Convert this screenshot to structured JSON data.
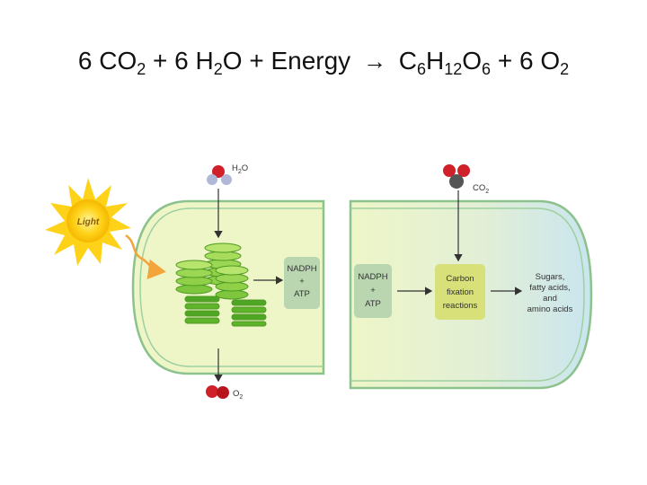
{
  "equation": {
    "coef_co2": "6",
    "co2_c": "CO",
    "co2_sub": "2",
    "plus1": "+",
    "coef_h2o": "6",
    "h2o_h": "H",
    "h2o_sub": "2",
    "h2o_o": "O",
    "plus2": "+",
    "energy": "Energy",
    "arrow": "→",
    "glucose_c": "C",
    "glucose_c_sub": "6",
    "glucose_h": "H",
    "glucose_h_sub": "12",
    "glucose_o": "O",
    "glucose_o_sub": "6",
    "plus3": "+",
    "coef_o2": "6",
    "o2_o": "O",
    "o2_sub": "2"
  },
  "diagram": {
    "light_label": "Light",
    "h2o_label": "H",
    "h2o_sub": "2",
    "h2o_o": "O",
    "o2_label": "O",
    "o2_sub": "2",
    "co2_label": "CO",
    "co2_sub": "2",
    "left_box": {
      "line1": "NADPH",
      "line2": "+",
      "line3": "ATP"
    },
    "right_box": {
      "line1": "NADPH",
      "line2": "+",
      "line3": "ATP"
    },
    "carbon_box": {
      "line1": "Carbon",
      "line2": "fixation",
      "line3": "reactions"
    },
    "products": {
      "line1": "Sugars,",
      "line2": "fatty acids,",
      "line3": "and",
      "line4": "amino acids"
    }
  },
  "colors": {
    "chloroplast_fill": "#eef6c8",
    "chloroplast_blue": "#cfe8ee",
    "membrane": "#8cc28c",
    "thylakoid": "#7ec63d",
    "box_fill": "#b9d6b0",
    "carbon_box_fill": "#d8e07a",
    "sun": "#ffd21a",
    "light_arrow": "#f3a43b",
    "oxygen_red": "#d0202a",
    "hydrogen_grey": "#b0b8d8",
    "carbon_dark": "#555555"
  }
}
